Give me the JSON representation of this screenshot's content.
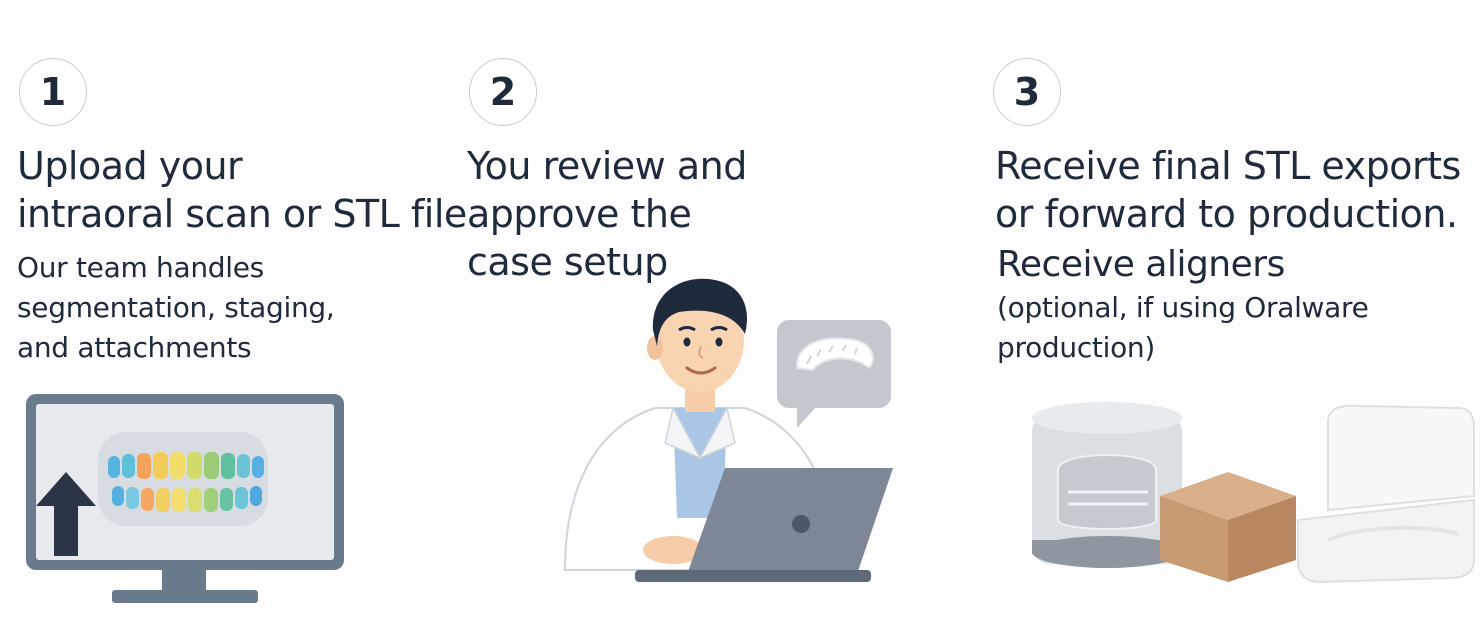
{
  "steps": [
    {
      "number": "1",
      "title_lines": [
        "Upload your",
        "intraoral scan or STL file"
      ],
      "desc_lines": [
        "Our team handles",
        "segmentation, staging,",
        "and attachments"
      ]
    },
    {
      "number": "2",
      "title_lines": [
        "You review and",
        "approve the",
        "case setup"
      ]
    },
    {
      "number": "3",
      "title_lines": [
        "Receive final STL exports",
        "or forward to production."
      ],
      "sub_title": "Receive aligners",
      "desc_lines": [
        "(optional, if using Oralware",
        "production)"
      ]
    }
  ],
  "colors": {
    "text": "#1f2a3c",
    "monitor_frame": "#6a7b8e",
    "laptop": "#7d8796",
    "box": "#c79a72"
  },
  "icons": [
    "upload-arrow-icon",
    "monitor-icon",
    "teeth-scan-icon",
    "doctor-icon",
    "laptop-icon",
    "speech-bubble-icon",
    "aligner-icon",
    "aligner-container-icon",
    "shipping-box-icon",
    "aligner-case-icon"
  ]
}
